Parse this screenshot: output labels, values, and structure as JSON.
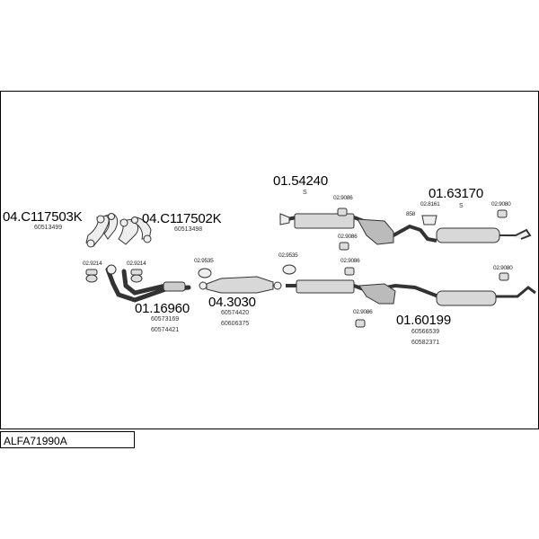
{
  "diagram_title": "ALFA71990A",
  "parts": {
    "manifold_left": {
      "number": "04.C117503K",
      "ref": "60513499"
    },
    "manifold_right": {
      "number": "04.C117502K",
      "ref": "60513498"
    },
    "front_pipe": {
      "number": "01.16960",
      "refs": [
        "60573169",
        "60574421"
      ]
    },
    "catalyst": {
      "number": "04.3030",
      "refs": [
        "60574420",
        "60606375"
      ]
    },
    "mid_section": {
      "number": "01.54240",
      "suffix": "S"
    },
    "rear_silencer_upper": {
      "number": "01.63170",
      "suffix": "S"
    },
    "rear_assembly_lower": {
      "number": "01.60199",
      "refs": [
        "60566539",
        "60582371"
      ]
    }
  },
  "fittings": {
    "f_9214_a": "02.9214",
    "f_9214_b": "02.9214",
    "f_9535_a": "02.9535",
    "f_9535_b": "02.9535",
    "f_9086_top": "02.9086",
    "f_9086_mid": "02.9086",
    "f_9086_lower": "02.9086",
    "f_9086_bottom": "02.9086",
    "f_8161": "02.8161",
    "f_9080_top": "02.9080",
    "f_9080_lower": "02.9080",
    "f_858": "858"
  }
}
